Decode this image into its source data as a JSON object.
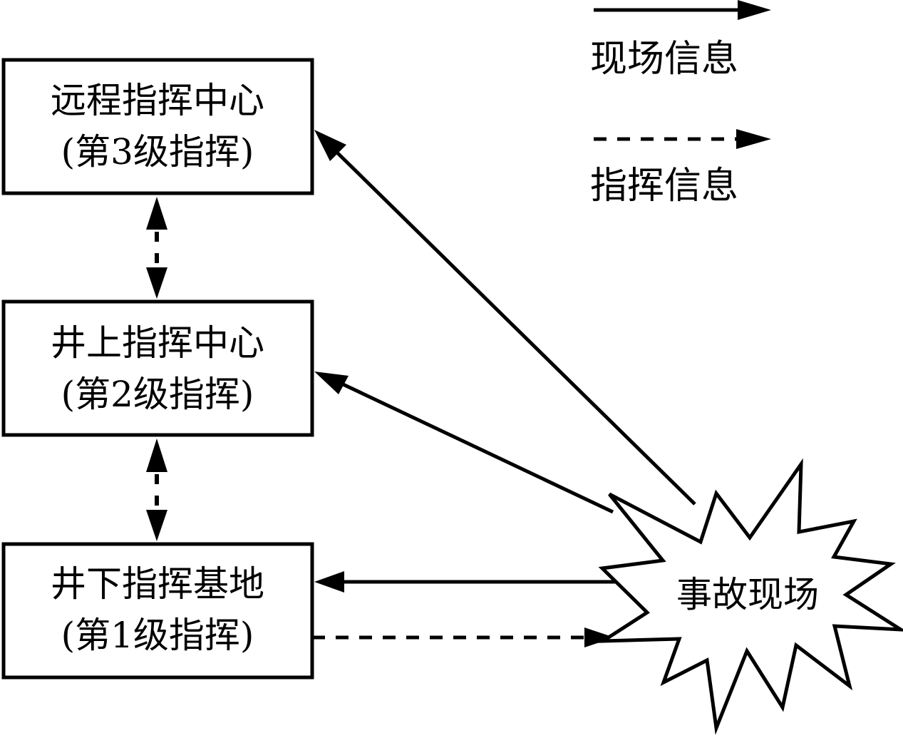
{
  "legend": {
    "solid": {
      "label": "现场信息"
    },
    "dashed": {
      "label": "指挥信息"
    }
  },
  "nodes": {
    "level3": {
      "line1": "远程指挥中心",
      "line2": "(第3级指挥)"
    },
    "level2": {
      "line1": "井上指挥中心",
      "line2": "(第2级指挥)"
    },
    "level1": {
      "line1": "井下指挥基地",
      "line2": "(第1级指挥)"
    },
    "scene": {
      "label": "事故现场"
    }
  },
  "edges": [
    {
      "from": "scene",
      "to": "level3",
      "type": "现场信息"
    },
    {
      "from": "scene",
      "to": "level2",
      "type": "现场信息"
    },
    {
      "from": "scene",
      "to": "level1",
      "type": "现场信息"
    },
    {
      "from": "level1",
      "to": "scene",
      "type": "指挥信息"
    },
    {
      "from": "level3",
      "to": "level2",
      "type": "指挥信息",
      "bidirectional": true
    },
    {
      "from": "level2",
      "to": "level1",
      "type": "指挥信息",
      "bidirectional": true
    }
  ],
  "colors": {
    "stroke": "#000000",
    "background": "#ffffff"
  }
}
